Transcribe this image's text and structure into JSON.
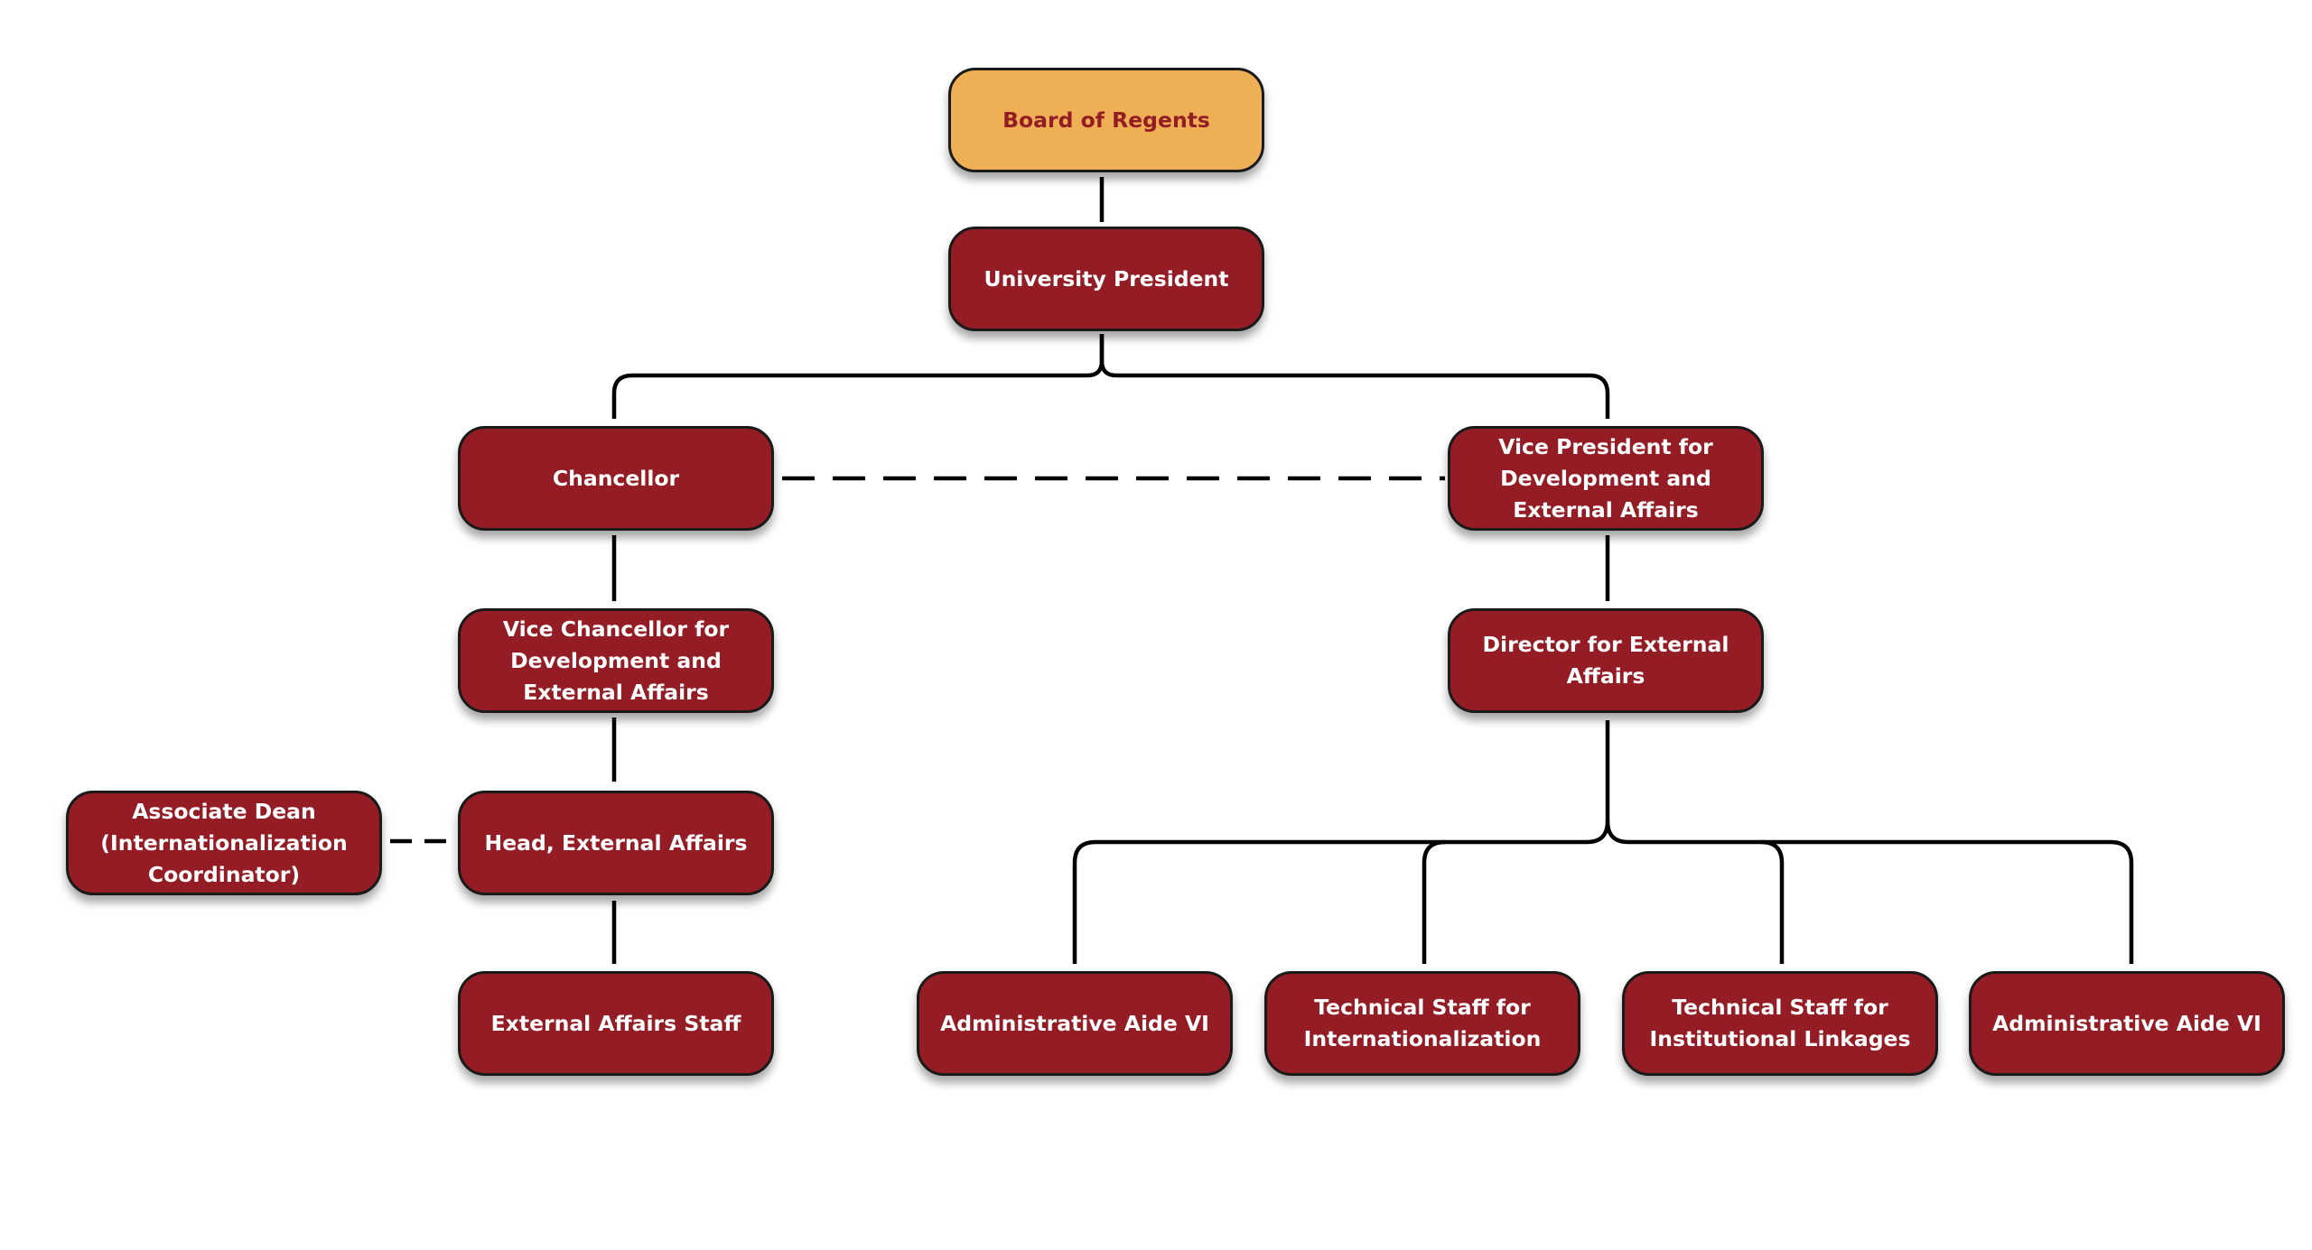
{
  "colors": {
    "node_fill": "#941c24",
    "node_text": "#ffffff",
    "top_fill": "#efb055",
    "top_text": "#941c24",
    "border": "#1a1a1a",
    "line": "#000000"
  },
  "nodes": {
    "board_of_regents": "Board of Regents",
    "university_president": "University President",
    "chancellor": "Chancellor",
    "vp_development_external_affairs": "Vice President for Development and External Affairs",
    "vice_chancellor_development_external_affairs": "Vice Chancellor for Development and External Affairs",
    "director_external_affairs": "Director for External Affairs",
    "associate_dean": "Associate Dean (Internationalization Coordinator)",
    "head_external_affairs": "Head, External Affairs",
    "external_affairs_staff": "External Affairs Staff",
    "administrative_aide_vi_1": "Administrative Aide VI",
    "technical_staff_internationalization": "Technical Staff for Internationalization",
    "technical_staff_institutional_linkages": "Technical Staff for Institutional Linkages",
    "administrative_aide_vi_2": "Administrative Aide VI"
  }
}
